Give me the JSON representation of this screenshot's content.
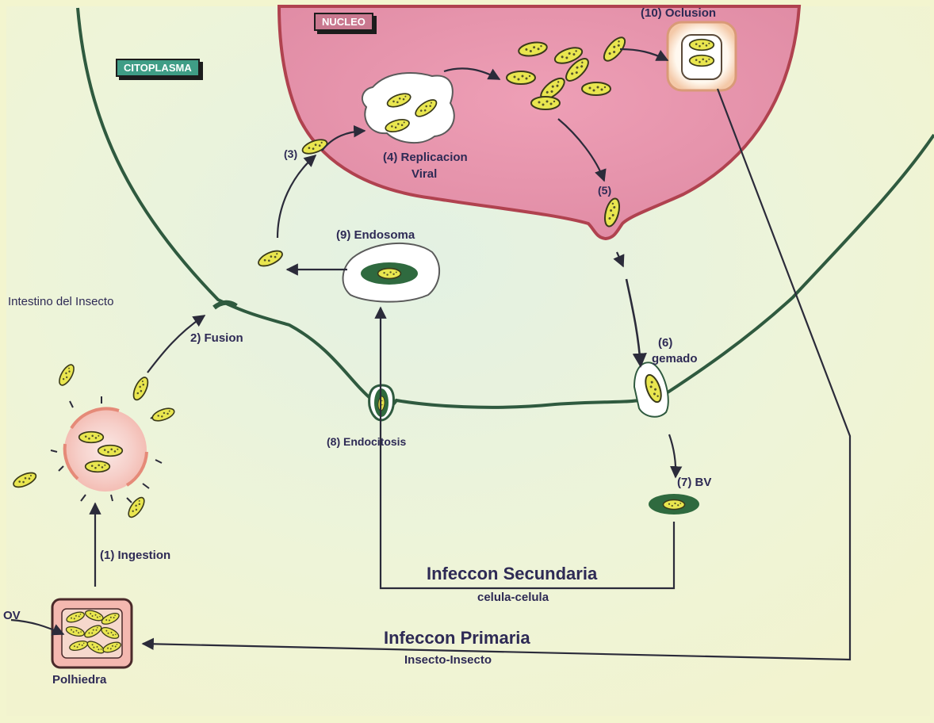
{
  "diagram": {
    "region_tags": {
      "cytoplasm": "CITOPLASMA",
      "nucleus": "NUCLEO"
    },
    "labels": {
      "gut": "Intestino del Insecto",
      "ingestion": "(1) Ingestion",
      "fusion": "2) Fusion",
      "step3": "(3)",
      "replication_line1": "(4) Replicacion",
      "replication_line2": "Viral",
      "step5": "(5)",
      "budding_num": "(6)",
      "budding": "gemado",
      "bv": "(7) BV",
      "endocytosis": "(8) Endocitosis",
      "endosome": "(9) Endosoma",
      "occlusion": "(10) Oclusion",
      "ov": "OV",
      "polyhedra": "Polhiedra"
    },
    "infection": {
      "secondary_title": "Infeccon Secundaria",
      "secondary_sub": "celula-celula",
      "primary_title": "Infeccon Primaria",
      "primary_sub": "Insecto-Insecto"
    },
    "colors": {
      "background": "#f3f6d2",
      "cytoplasm_wash": "#dcefe2",
      "nucleus": "#e69bb1",
      "membrane": "#2f5a3f",
      "virion": "#e9e64f",
      "bv_envelope": "#2f6a3f",
      "text": "#2e2a55",
      "tag_cytoplasm": "#3f9d86",
      "tag_nucleus": "#c9788f"
    }
  }
}
